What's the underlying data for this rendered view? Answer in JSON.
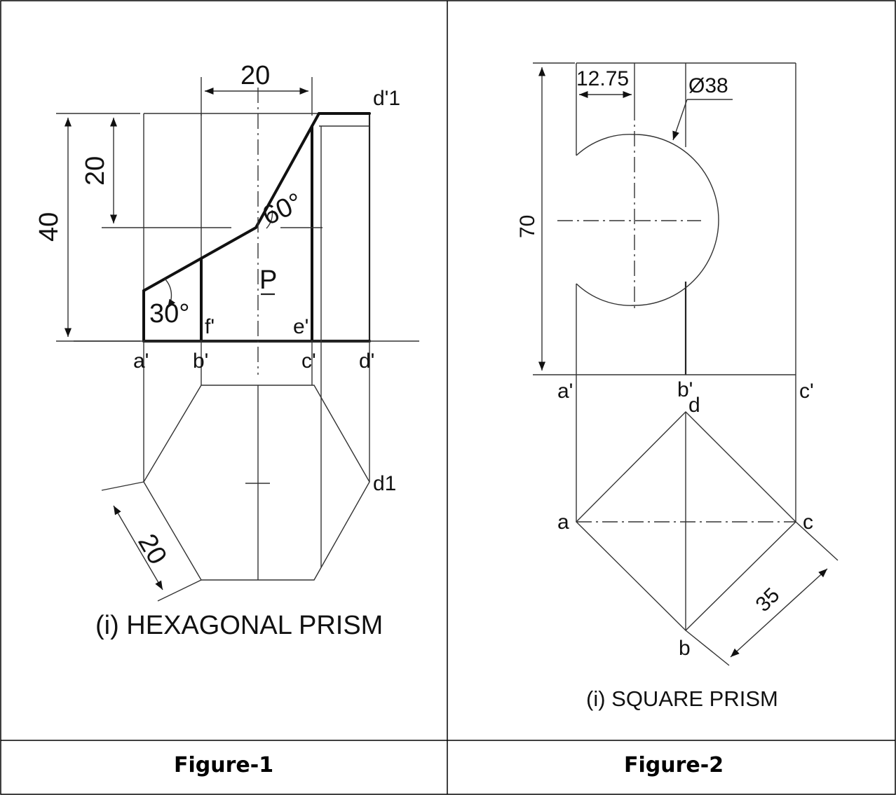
{
  "figure1": {
    "caption": "(i)  HEXAGONAL PRISM",
    "footer": "Figure-1",
    "dims": {
      "top_width": "20",
      "height_small": "20",
      "height_full": "40",
      "edge": "20"
    },
    "angles": {
      "a": "30°",
      "b": "60°"
    },
    "section_label": "P",
    "labels": {
      "a": "a'",
      "b": "b'",
      "c": "c'",
      "d": "d'",
      "f": "f'",
      "e": "e'",
      "d1": "d'1",
      "d1_plan": "d1"
    }
  },
  "figure2": {
    "caption": "(i) SQUARE PRISM",
    "footer": "Figure-2",
    "dims": {
      "offset": "12.75",
      "diameter": "Ø38",
      "height": "70",
      "side": "35"
    },
    "labels": {
      "a_prime": "a'",
      "b_prime": "b'",
      "c_prime": "c'",
      "d": "d",
      "a": "a",
      "c": "c",
      "b": "b"
    }
  }
}
